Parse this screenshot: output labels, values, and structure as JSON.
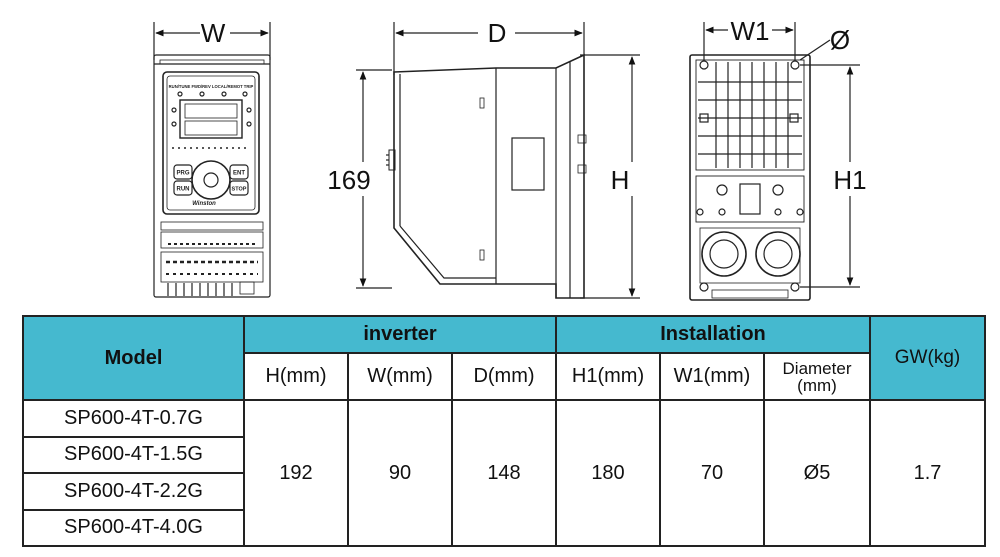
{
  "drawing_labels": {
    "front_width": "W",
    "side_depth": "D",
    "side_left_height": "169",
    "side_right_height": "H",
    "rear_width": "W1",
    "rear_diameter": "Ø",
    "rear_height": "H1"
  },
  "keypad": {
    "indicators": "RUN/TUNE   FWD/REV   LOCAL/REMOT   TRIP",
    "key_prg": "PRG",
    "key_ent": "ENT",
    "key_run": "RUN",
    "key_stop": "STOP",
    "brand": "Winston"
  },
  "table": {
    "model_header": "Model",
    "group_inverter": "inverter",
    "group_installation": "Installation",
    "gw_header": "GW(kg)",
    "col_h": "H(mm)",
    "col_w": "W(mm)",
    "col_d": "D(mm)",
    "col_h1": "H1(mm)",
    "col_w1": "W1(mm)",
    "col_diameter_line1": "Diameter",
    "col_diameter_line2": "(mm)",
    "models": [
      "SP600-4T-0.7G",
      "SP600-4T-1.5G",
      "SP600-4T-2.2G",
      "SP600-4T-4.0G"
    ],
    "values": {
      "h": "192",
      "w": "90",
      "d": "148",
      "h1": "180",
      "w1": "70",
      "diameter": "Ø5",
      "gw": "1.7"
    }
  }
}
